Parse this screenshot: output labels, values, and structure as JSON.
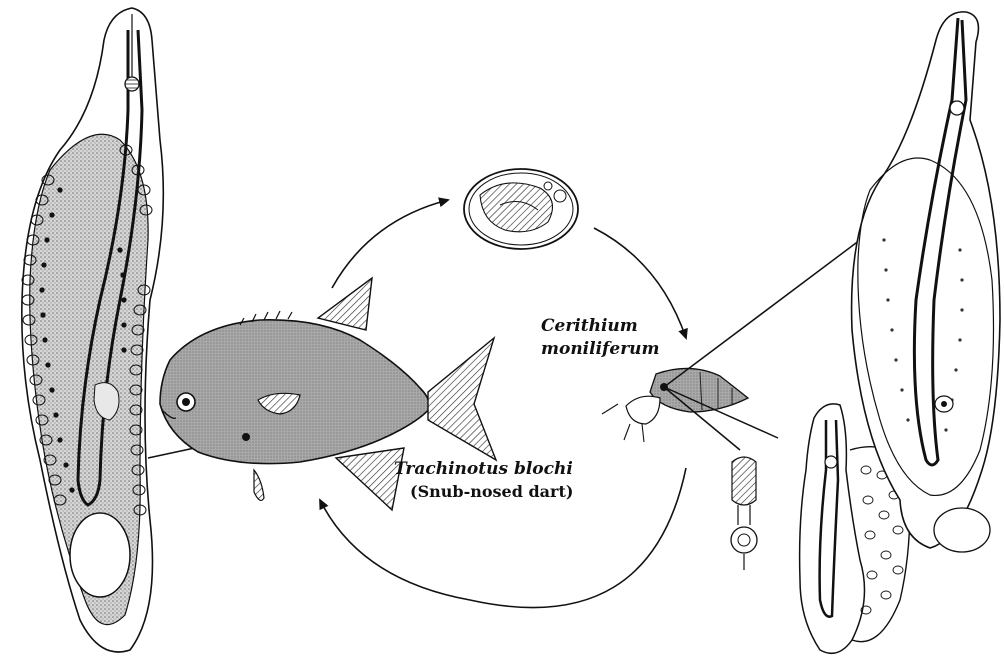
{
  "labels": {
    "snail_species_line1": "Cerithium",
    "snail_species_line2": "moniliferum",
    "fish_species": "Trachinotus blochi",
    "fish_common_name": "(Snub-nosed dart)"
  },
  "colors": {
    "ink": "#111111",
    "stipple_light": "#c8c8c8",
    "stipple_dark": "#8a8a8a",
    "background": "#ffffff"
  }
}
